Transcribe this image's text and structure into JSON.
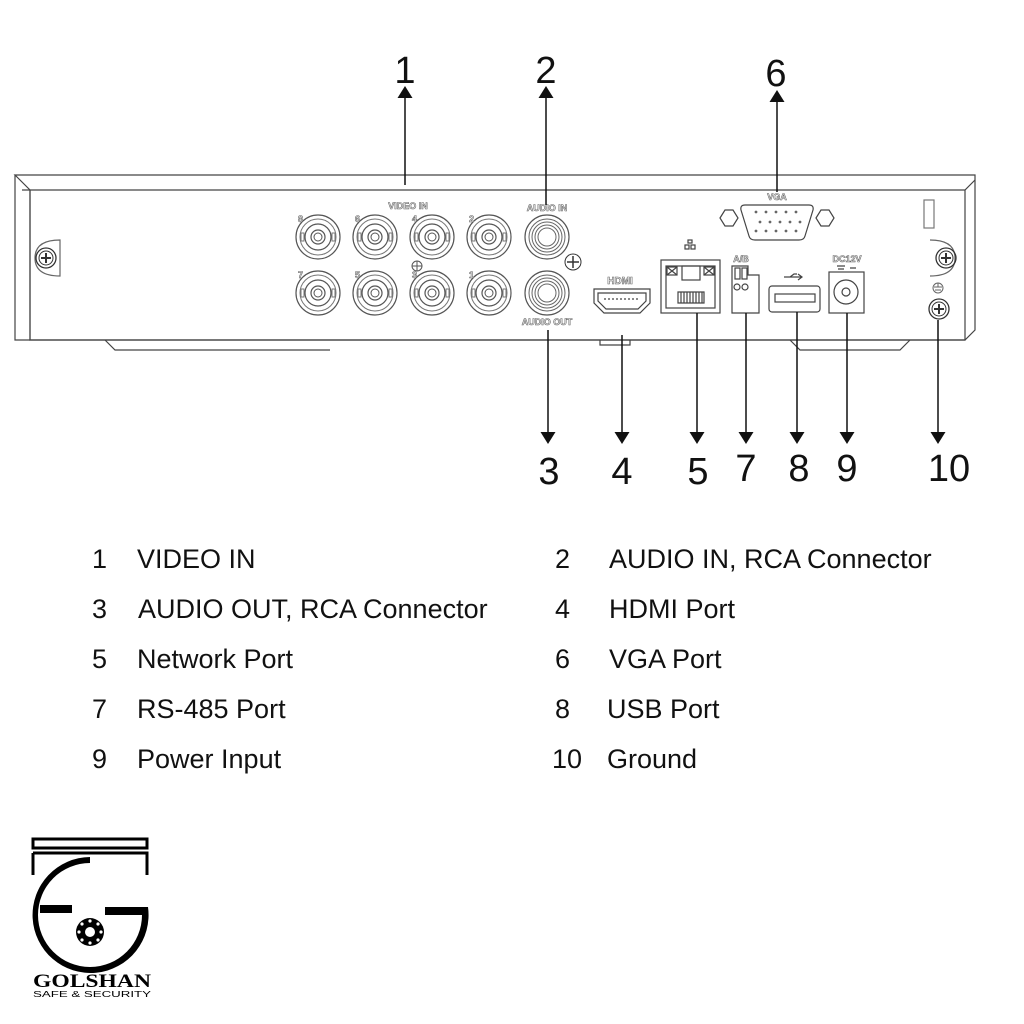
{
  "callouts": {
    "top": [
      "1",
      "2",
      "6"
    ],
    "bottom": [
      "3",
      "4",
      "5",
      "7",
      "8",
      "9",
      "10"
    ]
  },
  "panel_labels": {
    "video_in": "VIDEO IN",
    "audio_in": "AUDIO IN",
    "audio_out": "AUDIO OUT",
    "vga": "VGA",
    "hdmi": "HDMI",
    "rs485": "A/B",
    "dc": "DC12V",
    "channels_top": [
      "8",
      "6",
      "4",
      "2"
    ],
    "channels_bottom": [
      "7",
      "5",
      "3",
      "1"
    ]
  },
  "legend": [
    {
      "num": "1",
      "label": "VIDEO IN"
    },
    {
      "num": "2",
      "label": "AUDIO IN, RCA Connector"
    },
    {
      "num": "3",
      "label": "AUDIO OUT, RCA Connector"
    },
    {
      "num": "4",
      "label": "HDMI Port"
    },
    {
      "num": "5",
      "label": "Network Port"
    },
    {
      "num": "6",
      "label": "VGA Port"
    },
    {
      "num": "7",
      "label": "RS-485 Port"
    },
    {
      "num": "8",
      "label": "USB Port"
    },
    {
      "num": "9",
      "label": "Power Input"
    },
    {
      "num": "10",
      "label": "Ground"
    }
  ],
  "logo": {
    "name": "GOLSHAN",
    "tagline": "SAFE & SECURITY"
  }
}
